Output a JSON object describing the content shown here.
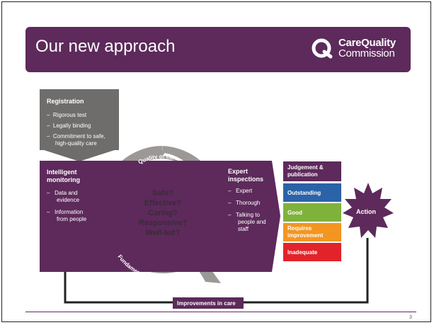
{
  "slide": {
    "title": "Our new approach",
    "page_number": "3"
  },
  "logo": {
    "line1": "CareQuality",
    "line2": "Commission"
  },
  "registration": {
    "title": "Registration",
    "items": [
      "Rigorous test",
      "Legally binding",
      "Commitment to safe,",
      "high-quality care"
    ]
  },
  "monitoring": {
    "title_1": "Intelligent",
    "title_2": "monitoring",
    "items": [
      "Data and",
      "evidence",
      "Information",
      "from people"
    ]
  },
  "inspections": {
    "title_1": "Expert",
    "title_2": "inspections",
    "items": [
      "Expert",
      "Thorough",
      "Talking to",
      "people and",
      "staff"
    ]
  },
  "q_symbol": {
    "top_label": "Quality of care",
    "bottom_label": "Fundamentals of care",
    "questions": [
      "Safe?",
      "Effective?",
      "Caring?",
      "Responsive?",
      "Well-led?"
    ]
  },
  "judgement": {
    "header_1": "Judgement &",
    "header_2": "publication",
    "ratings": [
      {
        "label_1": "Outstanding",
        "label_2": "",
        "color": "#2b63a8"
      },
      {
        "label_1": "Good",
        "label_2": "",
        "color": "#7fb23a"
      },
      {
        "label_1": "Requires",
        "label_2": "improvement",
        "color": "#f39521"
      },
      {
        "label_1": "Inadequate",
        "label_2": "",
        "color": "#e2242a"
      }
    ]
  },
  "action": {
    "label": "Action"
  },
  "improvements": {
    "label": "Improvements in care"
  },
  "colors": {
    "brand_purple": "#5d2a5b",
    "grey": "#6f6d6c",
    "q_grey": "#9b9896"
  }
}
